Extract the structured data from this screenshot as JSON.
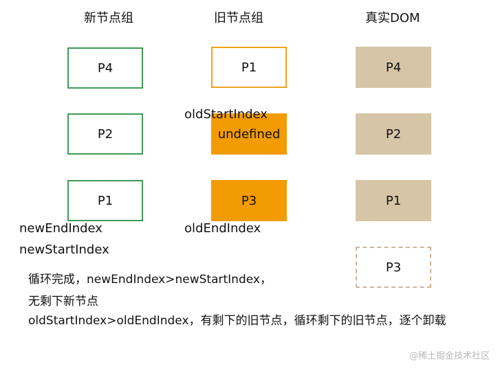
{
  "headers": {
    "new_group": "新节点组",
    "old_group": "旧节点组",
    "real_dom": "真实DOM"
  },
  "new_nodes": [
    "P4",
    "P2",
    "P1"
  ],
  "old_nodes": [
    "P1",
    "undefined",
    "P3"
  ],
  "dom_nodes": [
    "P4",
    "P2",
    "P1",
    "P3"
  ],
  "pointers": {
    "old_start": "oldStartIndex",
    "old_end": "oldEndIndex",
    "new_end": "newEndIndex",
    "new_start": "newStartIndex"
  },
  "notes": {
    "line1": "循环完成，newEndIndex>newStartIndex，",
    "line2": "无剩下新节点",
    "line3": "oldStartIndex>oldEndIndex，有剩下的旧节点，循环剩下的旧节点，逐个卸载"
  },
  "watermark": "@稀土掘金技术社区",
  "colors": {
    "new_border": "#3e9a55",
    "old_border": "#f0a21f",
    "old_fill": "#f39b02",
    "dom_fill": "#d6c5a6",
    "dom_dashed_border": "#d2b598"
  }
}
